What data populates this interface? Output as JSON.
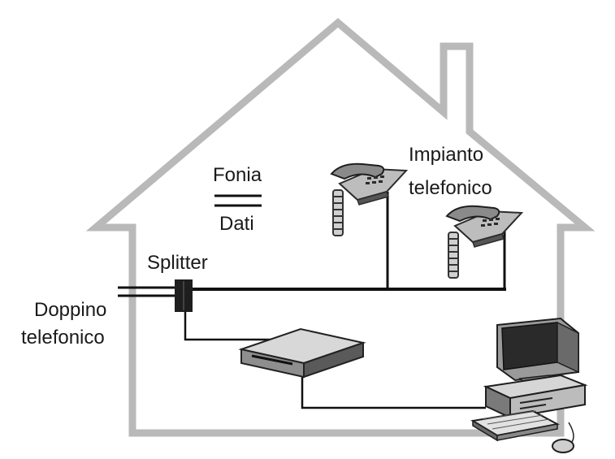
{
  "labels": {
    "fonia": "Fonia",
    "dati": "Dati",
    "impianto_line1": "Impianto",
    "impianto_line2": "telefonico",
    "splitter": "Splitter",
    "doppino_line1": "Doppino",
    "doppino_line2": "telefonico"
  },
  "colors": {
    "house_outline": "#b9b9b9",
    "wire": "#111111",
    "device_light": "#d4d4d4",
    "device_dark": "#3a3a3a",
    "text": "#1a1a1a"
  },
  "icons": {
    "phone_upper": "telephone-icon",
    "phone_lower": "telephone-icon",
    "splitter": "splitter-box",
    "modem": "modem-icon",
    "computer": "desktop-computer-icon"
  }
}
